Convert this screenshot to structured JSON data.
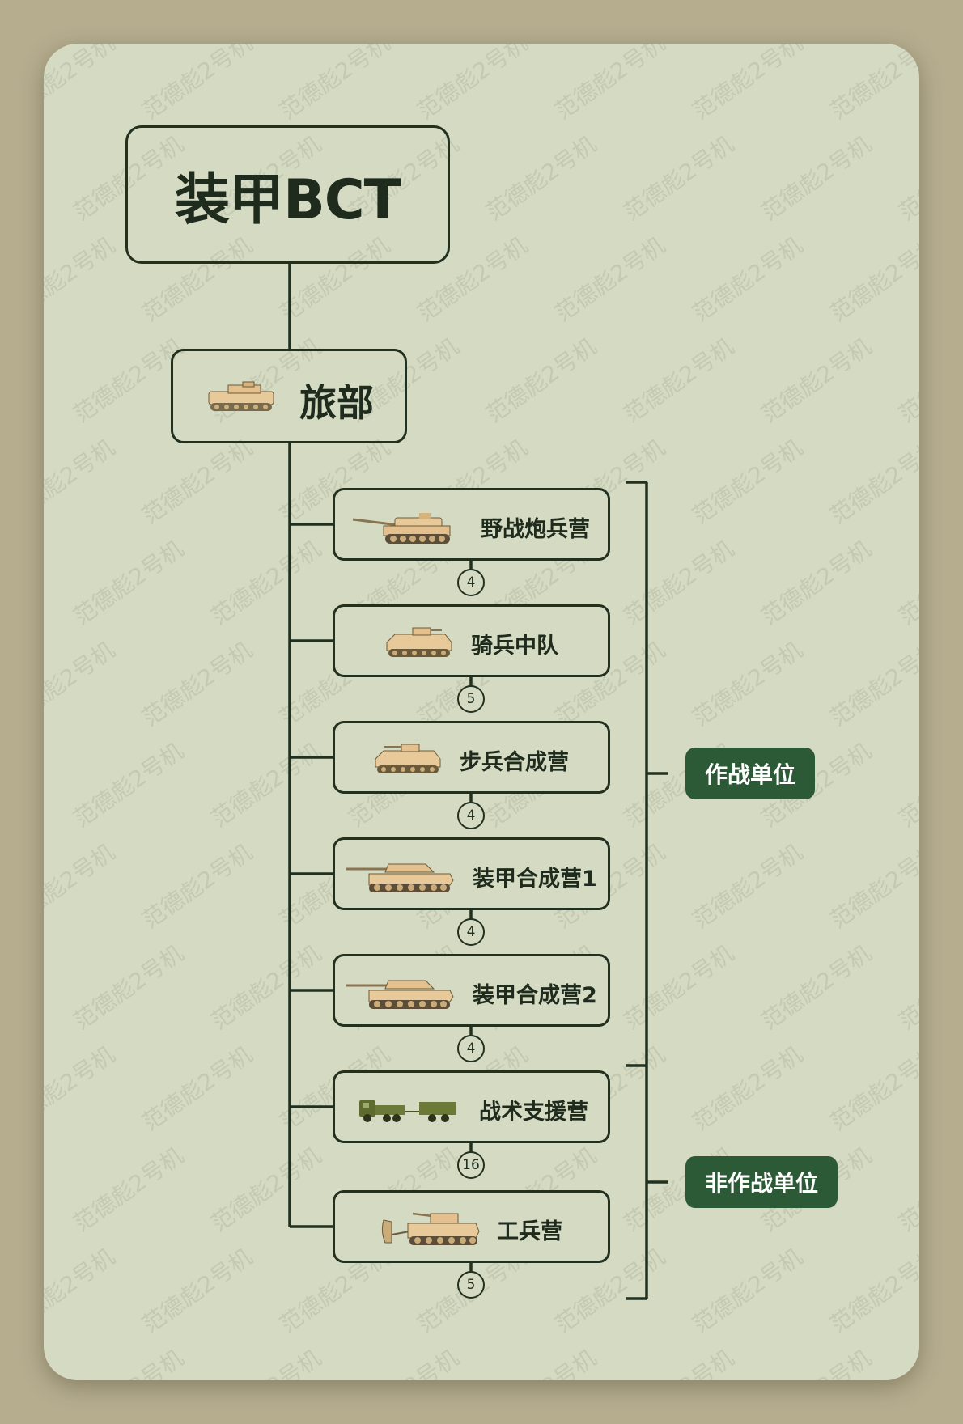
{
  "root": {
    "title": "装甲BCT"
  },
  "hq": {
    "label": "旅部",
    "vehicle": "command-vehicle-icon"
  },
  "units": [
    {
      "label": "野战炮兵营",
      "count": "4",
      "vehicle": "self-propelled-howitzer-icon"
    },
    {
      "label": "骑兵中队",
      "count": "5",
      "vehicle": "ifv-icon"
    },
    {
      "label": "步兵合成营",
      "count": "4",
      "vehicle": "ifv-icon"
    },
    {
      "label": "装甲合成营1",
      "count": "4",
      "vehicle": "tank-icon"
    },
    {
      "label": "装甲合成营2",
      "count": "4",
      "vehicle": "tank-icon"
    },
    {
      "label": "战术支援营",
      "count": "16",
      "vehicle": "truck-trailer-icon"
    },
    {
      "label": "工兵营",
      "count": "5",
      "vehicle": "engineer-vehicle-icon"
    }
  ],
  "groups": {
    "combat": "作战单位",
    "noncombat": "非作战单位"
  },
  "watermark": "范德彪2号机",
  "colors": {
    "background": "#b5ad8e",
    "card": "#d5dac3",
    "line": "#22301f",
    "badge": "#2c5a37",
    "vehicle_tan": "#e8c99a",
    "truck_olive": "#5d6b2e"
  }
}
